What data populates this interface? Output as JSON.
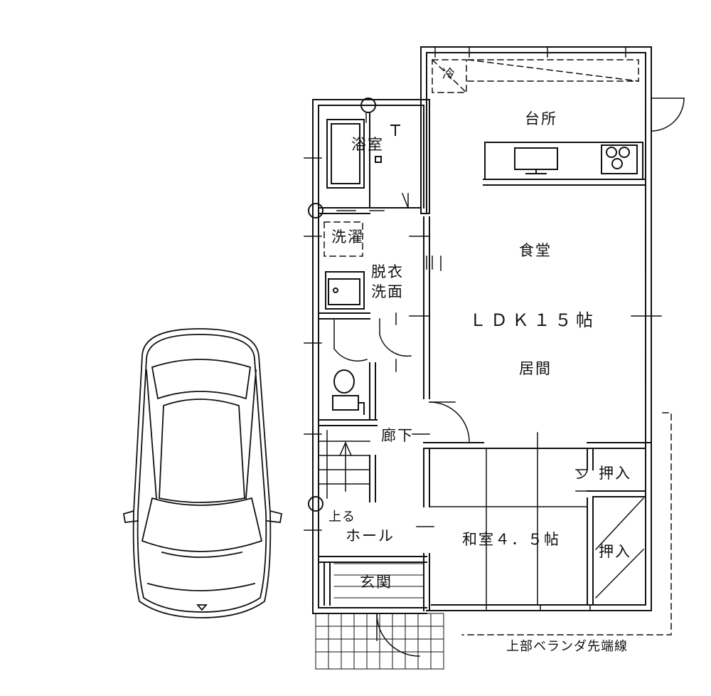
{
  "rooms": {
    "kitchen": "台所",
    "fridge": "冷",
    "bath": "浴室",
    "laundry": "洗濯",
    "dressing_line1": "脱衣",
    "dressing_line2": "洗面",
    "dining": "食堂",
    "ldk": "ＬＤＫ１５帖",
    "living": "居間",
    "corridor": "廊下",
    "stairs_up": "上る",
    "hall": "ホール",
    "entrance": "玄関",
    "washitsu": "和室４．５帖",
    "closet_upper": "押入",
    "closet_lower": "押入",
    "veranda_line": "上部ベランダ先端線"
  },
  "colors": {
    "line": "#111111",
    "background": "#ffffff"
  }
}
